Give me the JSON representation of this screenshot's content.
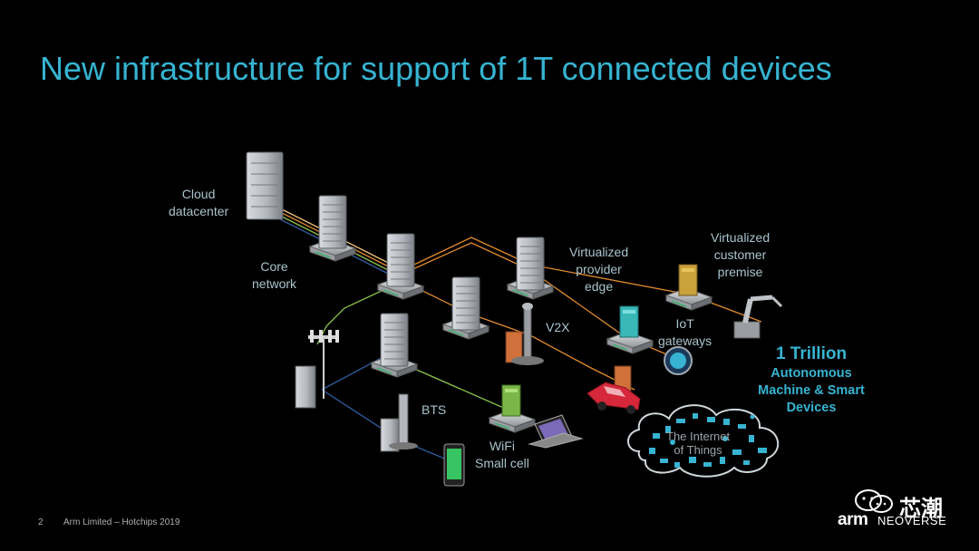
{
  "slide": {
    "title": "New infrastructure for support of 1T connected devices",
    "page_number": "2",
    "footer": "Arm Limited – Hotchips 2019"
  },
  "nodes": {
    "cloud": [
      "Cloud",
      "datacenter"
    ],
    "core": [
      "Core",
      "network"
    ],
    "edge": [
      "Virtualized",
      "provider",
      "edge"
    ],
    "premise": [
      "Virtualized",
      "customer",
      "premise"
    ],
    "iot_gw": [
      "IoT",
      "gateways"
    ],
    "v2x": "V2X",
    "bts": "BTS",
    "wifi": [
      "WiFi",
      "Small cell"
    ]
  },
  "devices": {
    "line1": "1 Trillion",
    "line2": "Autonomous",
    "line3": "Machine & Smart",
    "line4": "Devices"
  },
  "cloud_badge": {
    "line1": "The Internet",
    "line2": "of Things"
  },
  "branding": {
    "wechat": "芯潮",
    "arm": "arm",
    "neoverse": "NEOVERSE"
  },
  "colors": {
    "title": "#36b4d2",
    "link_orange": "#e08a2c",
    "link_green": "#8bc34a",
    "link_blue": "#2f5d9e",
    "accent": "#36b4d2"
  }
}
